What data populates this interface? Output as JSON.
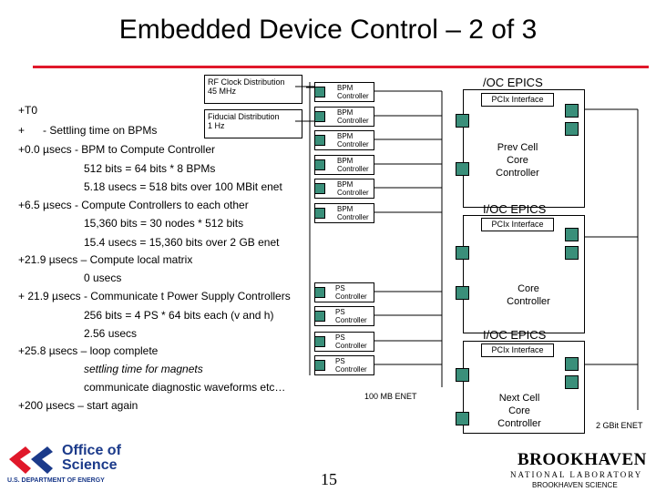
{
  "title": "Embedded Device Control – 2 of 3",
  "rf_clock": "RF Clock Distribution\n45 MHz",
  "fiducial": "Fiducial Distribution\n1 Hz",
  "timeline": [
    "+T0",
    "+      - Settling time on BPMs",
    "+0.0 µsecs - BPM to Compute Controller",
    "512 bits = 64 bits *  8 BPMs",
    "5.18 usecs = 518 bits over 100 MBit enet",
    "+6.5 µsecs  - Compute Controllers to each other",
    "15,360 bits = 30 nodes * 512 bits",
    "15.4 usecs = 15,360 bits over 2 GB enet",
    "+21.9 µsecs – Compute local matrix",
    "0 usecs",
    "+ 21.9 µsecs - Communicate t Power Supply Controllers",
    "256 bits = 4 PS * 64 bits each (v and h)",
    "2.56 usecs",
    "+25.8  µsecs – loop complete",
    "settling time for magnets",
    "communicate diagnostic waveforms etc…",
    "+200 µsecs – start again"
  ],
  "bpm_label": "BPM\nController",
  "ps_label": "PS\nController",
  "ioc_epics_1": "/OC EPICS",
  "ioc_epics_2": "I/OC EPICS",
  "ioc_epics_3": "I/OC EPICS",
  "pcix_label": "PCIx Interface",
  "prev_cell": "Prev Cell\nCore\nController",
  "core_ctrl": "Core\nController",
  "next_cell": "Next Cell\nCore\nController",
  "enet_100": "100 MB ENET",
  "enet_2g": "2 GBit ENET",
  "page_number": "15",
  "office_line1": "Office of",
  "office_line2": "Science",
  "doe": "U.S. DEPARTMENT OF ENERGY",
  "bnl_name": "BROOKHAVEN",
  "bnl_sub": "NATIONAL LABORATORY",
  "bnl_footer": "BROOKHAVEN SCIENCE"
}
